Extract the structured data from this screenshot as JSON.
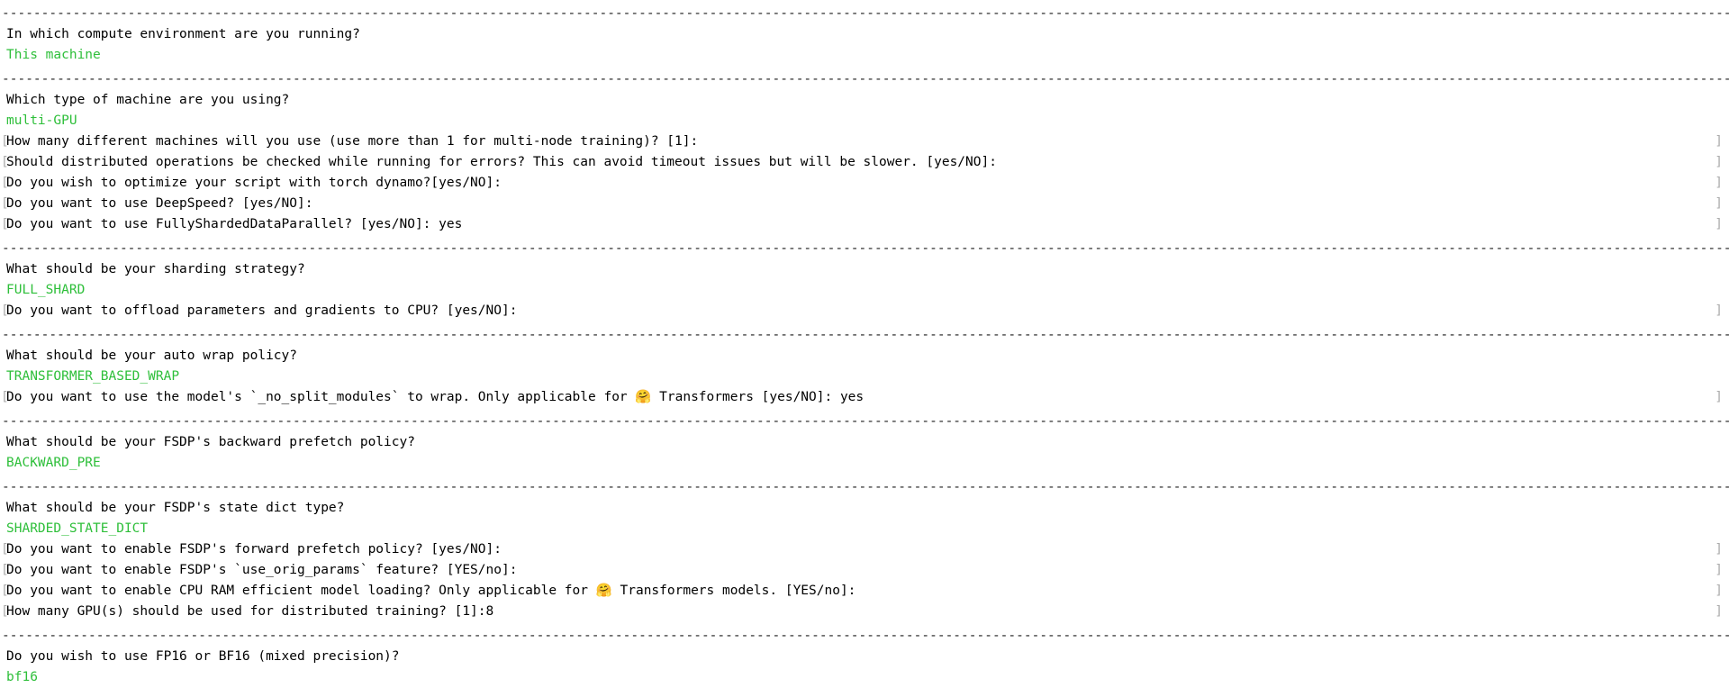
{
  "meta": {
    "app": "terminal-accelerate-config",
    "colors": {
      "background": "#ffffff",
      "text": "#000000",
      "answer_green": "#2ebf3a",
      "bracket_gray": "#ababab",
      "separator": "#1c1c1c"
    },
    "input_bracket_open": "[",
    "input_bracket_close": "]",
    "separator_char": "-",
    "separator_columns": 230
  },
  "lines": [
    {
      "type": "separator"
    },
    {
      "type": "question",
      "text": "In which compute environment are you running?"
    },
    {
      "type": "answer",
      "text": "This machine"
    },
    {
      "type": "separator"
    },
    {
      "type": "question",
      "text": "Which type of machine are you using?"
    },
    {
      "type": "answer",
      "text": "multi-GPU"
    },
    {
      "type": "prompt",
      "text": "How many different machines will you use (use more than 1 for multi-node training)? [1]:"
    },
    {
      "type": "prompt",
      "text": "Should distributed operations be checked while running for errors? This can avoid timeout issues but will be slower. [yes/NO]:"
    },
    {
      "type": "prompt",
      "text": "Do you wish to optimize your script with torch dynamo?[yes/NO]:"
    },
    {
      "type": "prompt",
      "text": "Do you want to use DeepSpeed? [yes/NO]:"
    },
    {
      "type": "prompt",
      "text": "Do you want to use FullyShardedDataParallel? [yes/NO]: yes"
    },
    {
      "type": "separator"
    },
    {
      "type": "question",
      "text": "What should be your sharding strategy?"
    },
    {
      "type": "answer",
      "text": "FULL_SHARD"
    },
    {
      "type": "prompt",
      "text": "Do you want to offload parameters and gradients to CPU? [yes/NO]:"
    },
    {
      "type": "separator"
    },
    {
      "type": "question",
      "text": "What should be your auto wrap policy?"
    },
    {
      "type": "answer",
      "text": "TRANSFORMER_BASED_WRAP"
    },
    {
      "type": "prompt",
      "text": "Do you want to use the model's `_no_split_modules` to wrap. Only applicable for 🤗 Transformers [yes/NO]: yes"
    },
    {
      "type": "separator"
    },
    {
      "type": "question",
      "text": "What should be your FSDP's backward prefetch policy?"
    },
    {
      "type": "answer",
      "text": "BACKWARD_PRE"
    },
    {
      "type": "separator"
    },
    {
      "type": "question",
      "text": "What should be your FSDP's state dict type?"
    },
    {
      "type": "answer",
      "text": "SHARDED_STATE_DICT"
    },
    {
      "type": "prompt",
      "text": "Do you want to enable FSDP's forward prefetch policy? [yes/NO]:"
    },
    {
      "type": "prompt",
      "text": "Do you want to enable FSDP's `use_orig_params` feature? [YES/no]:"
    },
    {
      "type": "prompt",
      "text": "Do you want to enable CPU RAM efficient model loading? Only applicable for 🤗 Transformers models. [YES/no]:"
    },
    {
      "type": "prompt",
      "text": "How many GPU(s) should be used for distributed training? [1]:8"
    },
    {
      "type": "separator"
    },
    {
      "type": "question",
      "text": "Do you wish to use FP16 or BF16 (mixed precision)?"
    },
    {
      "type": "answer",
      "text": "bf16"
    }
  ]
}
